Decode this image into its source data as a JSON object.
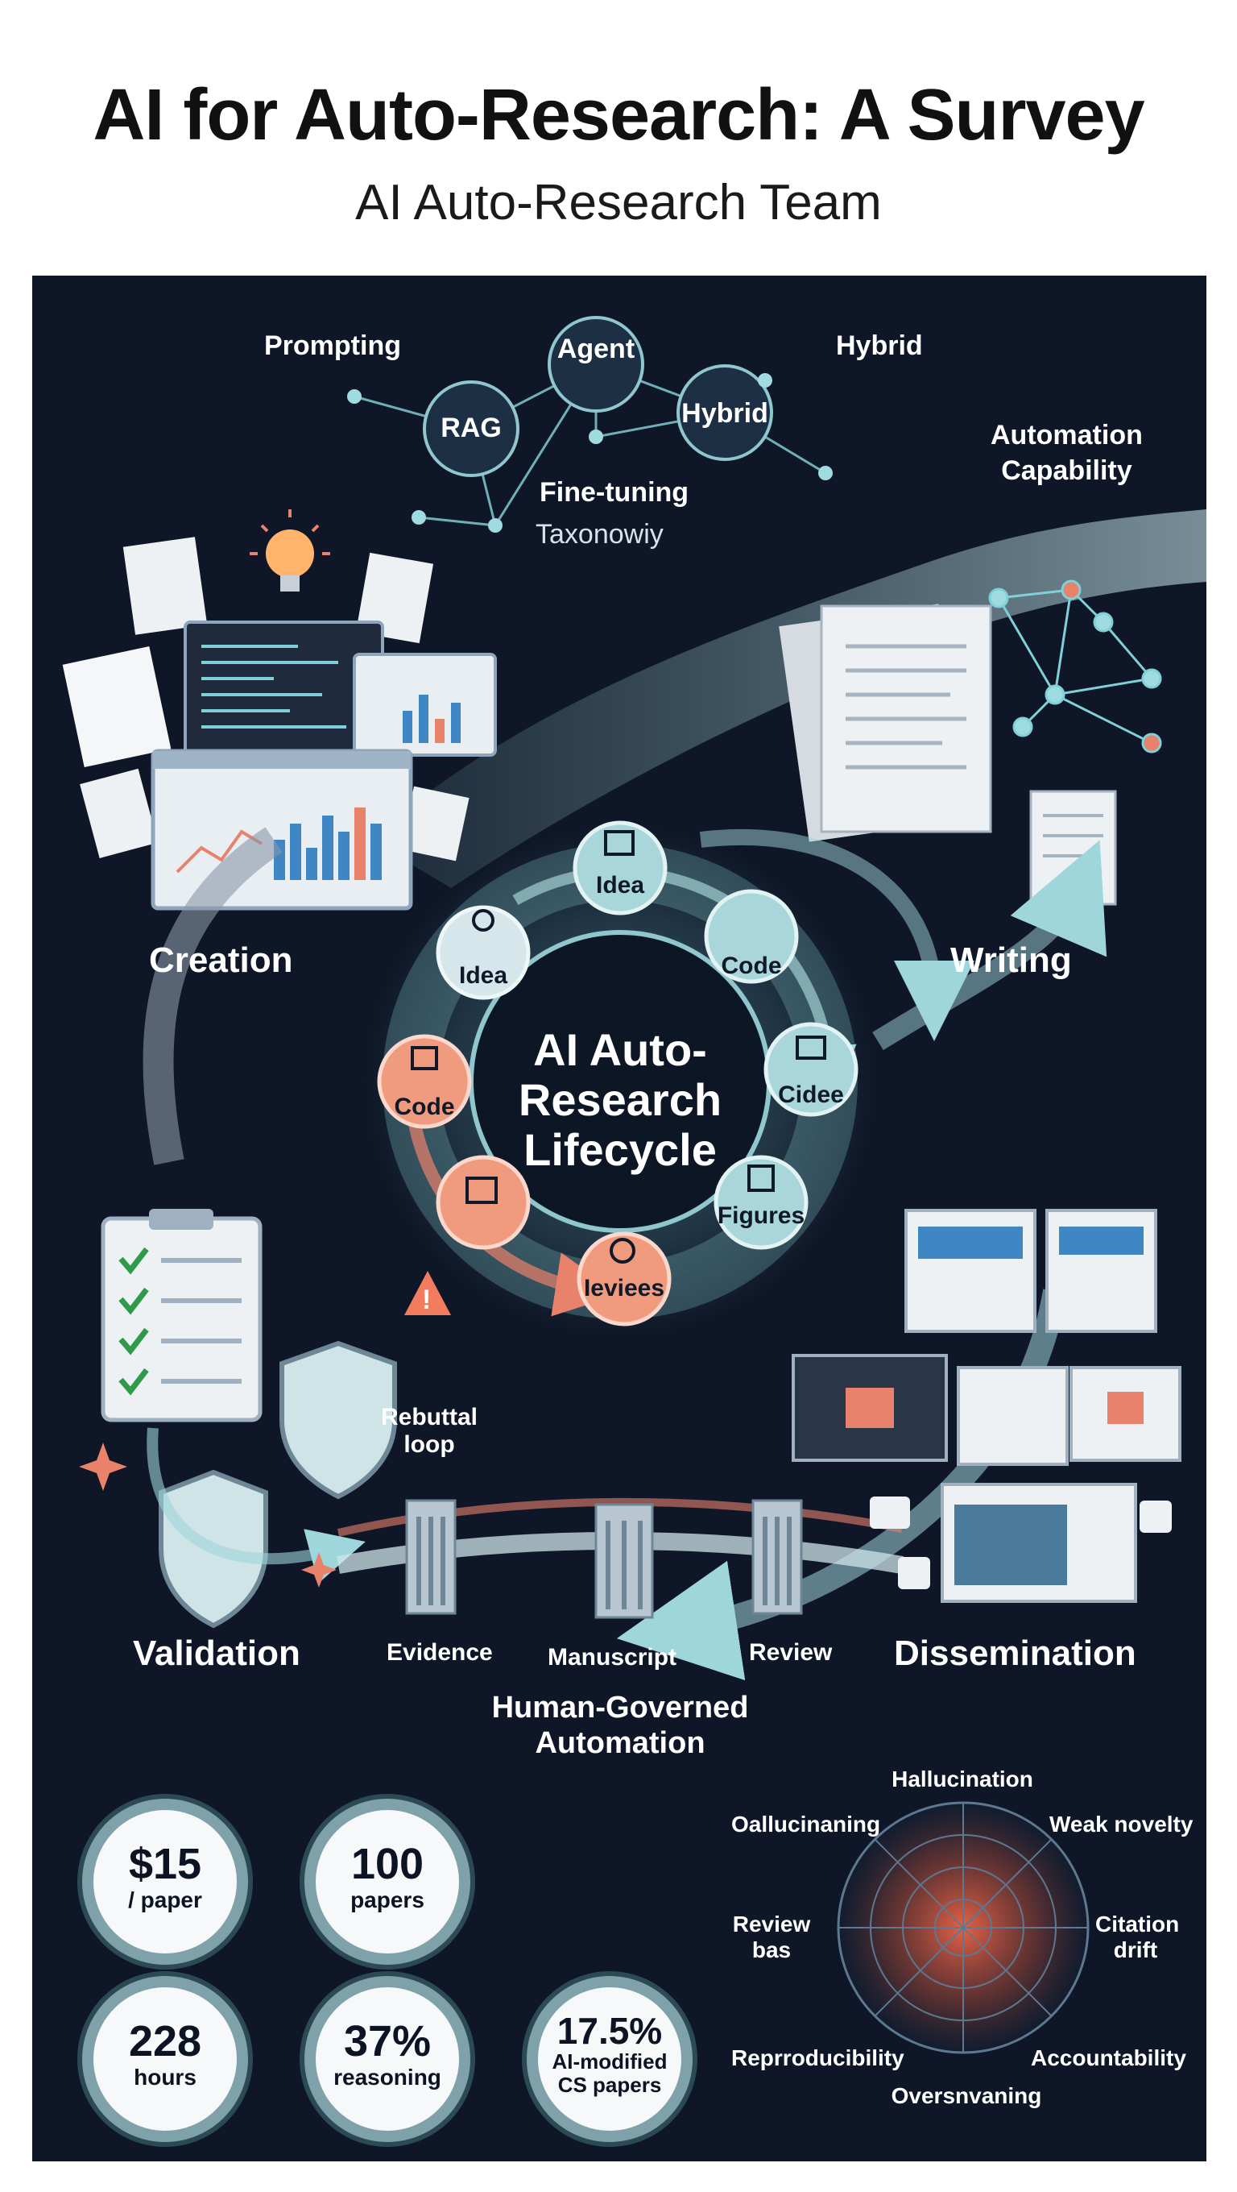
{
  "header": {
    "title": "AI for Auto-Research: A Survey",
    "subtitle": "AI Auto-Research Team"
  },
  "taxonomy": {
    "nodes": [
      "Prompting",
      "Agent",
      "Hybrid",
      "RAG",
      "Hybrid",
      "Fine-tuning"
    ],
    "label": "Taxonowiy",
    "capability": [
      "Automation",
      "Capability"
    ]
  },
  "stages": {
    "creation": "Creation",
    "writing": "Writing",
    "validation": "Validation",
    "dissemination": "Dissemination"
  },
  "lifecycle": {
    "title": [
      "AI Auto-",
      "Research",
      "Lifecycle"
    ],
    "steps": [
      "Idea",
      "Code",
      "Cidee",
      "Figures",
      "Ieviees",
      "Code",
      "Idea"
    ]
  },
  "rebuttal": [
    "Rebuttal",
    "loop"
  ],
  "gates": {
    "items": [
      "Evidence",
      "Manuscript",
      "Review"
    ],
    "caption": [
      "Human-Governed",
      "Automation"
    ]
  },
  "stats": [
    {
      "value": "$15",
      "unit": "/ paper"
    },
    {
      "value": "100",
      "unit": "papers"
    },
    {
      "value": "228",
      "unit": "hours"
    },
    {
      "value": "37%",
      "unit": "reasoning"
    },
    {
      "value": "17.5%",
      "unit": "AI-modified",
      "unit2": "CS papers"
    }
  ],
  "risks": {
    "top": "Hallucination",
    "top_left": "Oallucinaning",
    "top_right": "Weak novelty",
    "left": [
      "Review",
      "bas"
    ],
    "right": [
      "Citation",
      "drift"
    ],
    "bottom_left": "Reprroducibility",
    "bottom_right": "Accountability",
    "bottom": "Oversnvaning"
  },
  "colors": {
    "panel": "#0e1627",
    "teal": "#7fc4cc",
    "coral": "#e9826a"
  }
}
